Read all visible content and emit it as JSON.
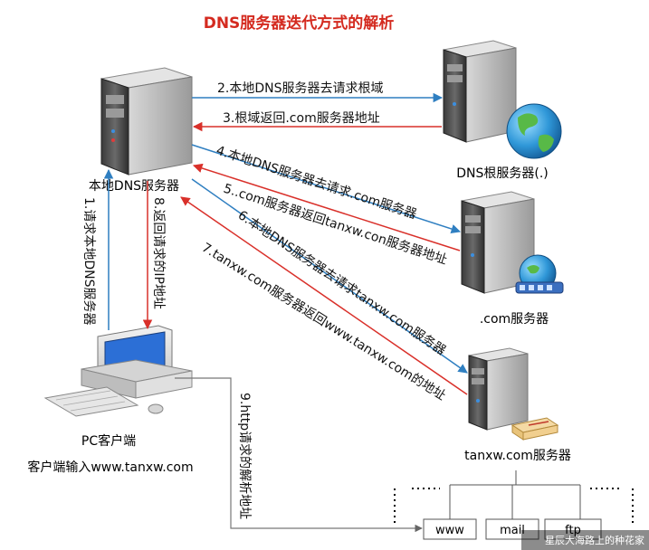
{
  "title": "DNS服务器迭代方式的解析",
  "nodes": {
    "local_dns": "本地DNS服务器",
    "root_dns": "DNS根服务器(.)",
    "com_dns": ".com服务器",
    "tanxw_dns": "tanxw.com服务器",
    "pc_client": "PC客户端",
    "pc_input": "客户端输入www.tanxw.com"
  },
  "steps": {
    "s1": "1.请求本地DNS服务器",
    "s2": "2.本地DNS服务器去请求根域",
    "s3": "3.根域返回.com服务器地址",
    "s4": "4.本地DNS服务器去请求.com服务器",
    "s5": "5..com服务器返回tanxw.con服务器地址",
    "s6": "6.本地DNS服务器去请求tanxw.com服务器",
    "s7": "7.tanxw.com服务器返回www.tanxw.com的地址",
    "s8": "8.返回请求的IP地址",
    "s9": "9.http请求的解析地址"
  },
  "boxes": [
    "www",
    "mail",
    "ftp"
  ],
  "watermark": "星辰大海路上的种花家",
  "colors": {
    "title": "#d42a1f",
    "request_arrow": "#2f7fc1",
    "response_arrow": "#d9302a",
    "http_line": "#777777"
  },
  "icons": [
    "server-icon",
    "globe-icon",
    "network-icon",
    "mail-icon",
    "computer-icon"
  ]
}
